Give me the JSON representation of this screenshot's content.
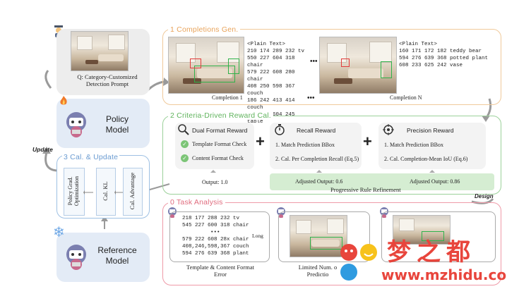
{
  "top_left": {
    "query": "Q: Category-Customized Detection Prompt"
  },
  "policy": {
    "title": "Policy Model"
  },
  "reference": {
    "title": "Reference Model"
  },
  "update_label": "Update",
  "design_label": "Design",
  "completions": {
    "title": "1 Completions Gen.",
    "left": {
      "header": "<Plain Text>",
      "lines": [
        "210 174 289 232 tv",
        "550 227 604 318 chair",
        "579 222 608 280 chair",
        "408 250 598 367 couch",
        "186 242 413 414 couch",
        "583 240 604 245 table"
      ],
      "caption": "Completion 1"
    },
    "ellipsis": "•••",
    "right": {
      "header": "<Plain Text>",
      "lines": [
        "160 171 172 182 teddy bear",
        "594 276 639 368 potted plant",
        "608 233 625 242 vase"
      ],
      "caption": "Completion N"
    }
  },
  "criteria": {
    "title": "2 Criteria-Driven Reward Cal.",
    "dual": {
      "title": "Dual Format Reward",
      "items": [
        "Template Format Check",
        "Content Format Check"
      ],
      "output": "Output: 1.0"
    },
    "recall": {
      "title": "Recall Reward",
      "items": [
        "1. Match Prediction BBox",
        "2. Cal. Per Completion Recall (Eq.5)"
      ],
      "output": "Adjusted Output: 0.6"
    },
    "precision": {
      "title": "Precision Reward",
      "items": [
        "1. Match Prediction BBox",
        "2. Cal. Completion-Mean IoU (Eq.6)"
      ],
      "output": "Adjusted Output: 0.86"
    },
    "plus": "+",
    "refinement": "Progressive Rule Refinement"
  },
  "update": {
    "title": "3 Cal. & Update",
    "cols": [
      "Policy Grad. Optimization",
      "Cal. KL",
      "Cal. Advantage"
    ]
  },
  "task": {
    "title": "0 Task Analysis",
    "lines": [
      "218 177 288 232 tv",
      "545 227 600 318 chair",
      "•••",
      "579 222 608 28x chair",
      "408,246,598,367 couch",
      "594 276 639 368 plant"
    ],
    "long_label": "Long",
    "caption1": "Template & Content Format Error",
    "caption2": "Limited Num. o Predictio"
  },
  "watermark": {
    "brand": "梦之都",
    "url": "www.mzhidu.com"
  }
}
